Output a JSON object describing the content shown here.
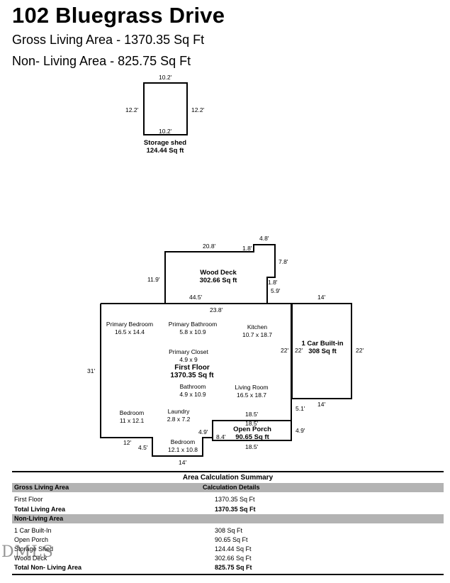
{
  "header": {
    "title": "102 Bluegrass Drive",
    "gross_line": "Gross Living Area - 1370.35 Sq Ft",
    "non_living_line": "Non- Living Area - 825.75 Sq Ft"
  },
  "shed": {
    "dim_top": "10.2'",
    "dim_left": "12.2'",
    "dim_right": "12.2'",
    "dim_bottom": "10.2'",
    "name": "Storage shed",
    "area": "124.44 Sq ft"
  },
  "deck": {
    "dim_top": "20.8'",
    "dim_step": "1.8'",
    "dim_top_right": "4.8'",
    "dim_right": "7.8'",
    "dim_left": "11.9'",
    "dim_notch_h": "1.8'",
    "dim_notch_v": "5.9'",
    "dim_bottom": "44.5'",
    "name": "Wood Deck",
    "area": "302.66 Sq ft"
  },
  "house": {
    "dim_top": "23.8'",
    "dim_left": "31'",
    "dim_right": "22'",
    "dim_bottom_left": "12'",
    "dim_step": "4.5'",
    "dim_bottom": "14'",
    "dim_porch_left": "4.9'",
    "floor_name": "First Floor",
    "floor_area": "1370.35 Sq ft",
    "rooms": {
      "primary_bedroom": "Primary Bedroom",
      "primary_bedroom_size": "16.5 x 14.4",
      "primary_bathroom": "Primary Bathroom",
      "primary_bathroom_size": "5.8 x 10.9",
      "kitchen": "Kitchen",
      "kitchen_size": "10.7 x 18.7",
      "primary_closet": "Primary Closet",
      "primary_closet_size": "4.9 x 9",
      "bathroom": "Bathroom",
      "bathroom_size": "4.9 x 10.9",
      "living_room": "Living Room",
      "living_room_size": "16.5 x 18.7",
      "bedroom1": "Bedroom",
      "bedroom1_size": "11 x 12.1",
      "laundry": "Laundry",
      "laundry_size": "2.8 x 7.2",
      "bedroom2": "Bedroom",
      "bedroom2_size": "12.1 x 10.8"
    }
  },
  "garage": {
    "dim_top": "14'",
    "dim_left": "22'",
    "dim_right": "22'",
    "dim_bottom": "14'",
    "dim_link": "5.1'",
    "name": "1 Car Built-in",
    "area": "308 Sq ft"
  },
  "porch": {
    "dim_top": "18.5'",
    "dim_top_inner": "18.5'",
    "dim_left": "8.4'",
    "dim_right": "4.9'",
    "dim_bottom": "18.5'",
    "name": "Open Porch",
    "area": "90.65 Sq ft"
  },
  "summary": {
    "title": "Area Calculation Summary",
    "gla_header": "Gross Living Area",
    "details_header": "Calculation Details",
    "gla_rows": [
      {
        "label": "First Floor",
        "value": "1370.35 Sq Ft"
      }
    ],
    "gla_total": {
      "label": "Total Living Area",
      "value": "1370.35 Sq Ft"
    },
    "nla_header": "Non-Living Area",
    "nla_rows": [
      {
        "label": "1 Car Built-In",
        "value": "308 Sq Ft"
      },
      {
        "label": "Open Porch",
        "value": "90.65 Sq Ft"
      },
      {
        "label": "Storage Shed",
        "value": "124.44 Sq Ft"
      },
      {
        "label": "Wood Deck",
        "value": "302.66 Sq Ft"
      }
    ],
    "nla_total": {
      "label": "Total Non- Living Area",
      "value": "825.75 Sq Ft"
    }
  },
  "watermark": "DMLS"
}
